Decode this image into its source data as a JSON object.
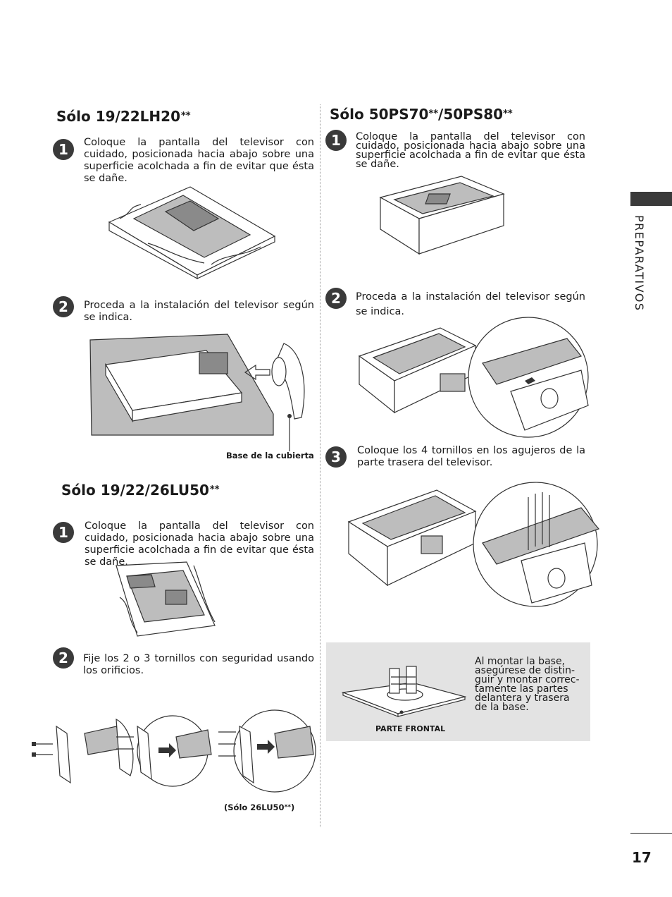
{
  "sidebar": {
    "label": "PREPARATIVOS"
  },
  "page_number": "17",
  "left": {
    "sec1": {
      "heading": "Sólo 19/22LH20",
      "stars": "**",
      "steps": [
        {
          "num": "1",
          "text": "Coloque la pantalla del televisor con cuidado, posicionada hacia abajo sobre una superficie acolchada a fin de evitar que ésta se dañe."
        },
        {
          "num": "2",
          "text": "Proceda a la instalación del televisor según se indica."
        }
      ],
      "caption": "Base de la cubierta"
    },
    "sec2": {
      "heading": "Sólo 19/22/26LU50",
      "stars": "**",
      "steps": [
        {
          "num": "1",
          "text": "Coloque la pantalla del televisor con cuidado, posicionada hacia abajo sobre una superficie acolchada a fin de evitar que ésta se dañe."
        },
        {
          "num": "2",
          "text": "Fije los 2 o 3 tornillos con seguridad usando los orificios."
        }
      ],
      "caption_prefix": "(Sólo  26LU50",
      "caption_stars": "**",
      "caption_suffix": ")"
    }
  },
  "right": {
    "sec1": {
      "heading_a": "Sólo 50PS70",
      "stars_a": "**",
      "heading_b": "/50PS80",
      "stars_b": "**",
      "steps": [
        {
          "num": "1",
          "text": "Coloque la pantalla del televisor con cuidado, posicionada hacia abajo sobre una superficie acolchada a fin de evitar que ésta se dañe."
        },
        {
          "num": "2",
          "text": "Proceda a la instalación del televisor según se indica."
        },
        {
          "num": "3",
          "text": "Coloque los 4 tornillos en los agujeros de la parte trasera del televisor."
        }
      ]
    },
    "note": {
      "text": "Al montar la base, asegúrese de distin-guir y montar correc-tamente las partes delantera y trasera de la base.",
      "caption": "PARTE FRONTAL"
    }
  }
}
